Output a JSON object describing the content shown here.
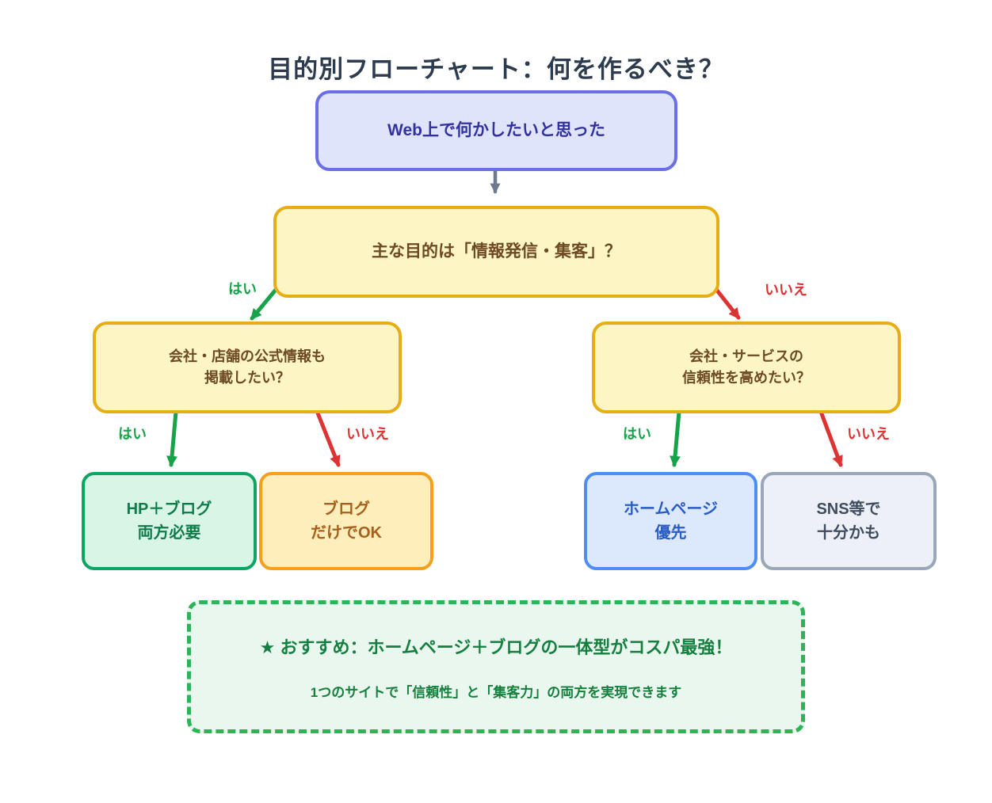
{
  "title": "目的別フローチャート：何を作るべき？",
  "nodes": {
    "start": {
      "label": "Web上で何かしたいと思った"
    },
    "q_main": {
      "label": "主な目的は「情報発信・集客」？"
    },
    "q_left": {
      "line1": "会社・店舗の公式情報も",
      "line2": "掲載したい？"
    },
    "q_right": {
      "line1": "会社・サービスの",
      "line2": "信頼性を高めたい？"
    },
    "result_hp_blog": {
      "line1": "HP＋ブログ",
      "line2": "両方必要"
    },
    "result_blog_only": {
      "line1": "ブログ",
      "line2": "だけでOK"
    },
    "result_homepage": {
      "line1": "ホームページ",
      "line2": "優先"
    },
    "result_sns": {
      "line1": "SNS等で",
      "line2": "十分かも"
    }
  },
  "edge_labels": {
    "yes": "はい",
    "no": "いいえ"
  },
  "recommendation": {
    "headline": "★ おすすめ：ホームページ＋ブログの一体型がコスパ最強！",
    "subtext": "1つのサイトで「信頼性」と「集客力」の両方を実現できます"
  },
  "colors": {
    "start_fill": "#dfe4fb",
    "start_border": "#6b6fe3",
    "start_text": "#32329e",
    "question_fill": "#fdf5c3",
    "question_border": "#e6ad15",
    "question_text": "#6d4a21",
    "green_fill": "#d9f5e6",
    "green_border": "#10a464",
    "green_text": "#0e7c4a",
    "orange_fill": "#fdeebc",
    "orange_border": "#f5a01c",
    "orange_text": "#a85f1a",
    "blue_fill": "#dce9fc",
    "blue_border": "#4e8df2",
    "blue_text": "#2a5cc8",
    "gray_fill": "#edf1f7",
    "gray_border": "#9aa7b8",
    "gray_text": "#3f4b5e",
    "recommend_fill": "#e9f7ee",
    "recommend_border": "#2cb457",
    "recommend_text": "#157f40",
    "arrow_neutral": "#6b7a90",
    "arrow_yes": "#18a34a",
    "arrow_no": "#dd3333",
    "title_text": "#2d3b4e"
  }
}
